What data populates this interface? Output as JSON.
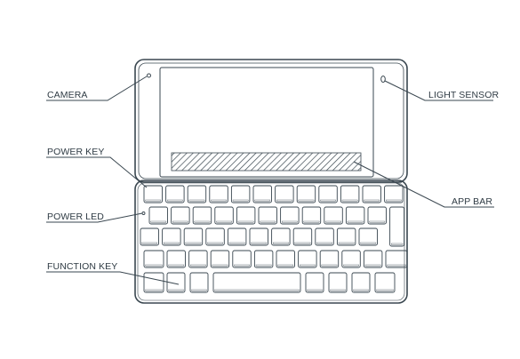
{
  "callouts": {
    "camera": "CAMERA",
    "light_sensor": "LIGHT SENSOR",
    "power_key": "POWER KEY",
    "app_bar": "APP BAR",
    "power_led": "POWER LED",
    "function_key": "FUNCTION KEY"
  },
  "colors": {
    "line": "#3a4750",
    "label": "#2f3b44"
  }
}
